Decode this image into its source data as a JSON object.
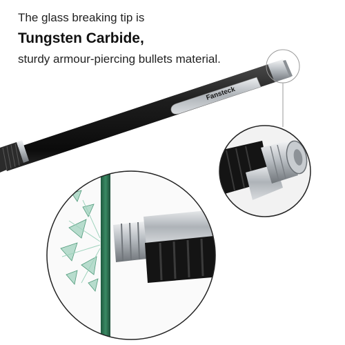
{
  "caption": {
    "line1": "The glass breaking tip is",
    "line2": "Tungsten Carbide,",
    "line3": "sturdy armour-piercing bullets material."
  },
  "brand": {
    "logo_text": "Fansteck"
  },
  "colors": {
    "pen_body": "#1a1a1a",
    "metal": "#c9cdd1",
    "glass": "#2f6b4f",
    "text": "#222222"
  }
}
